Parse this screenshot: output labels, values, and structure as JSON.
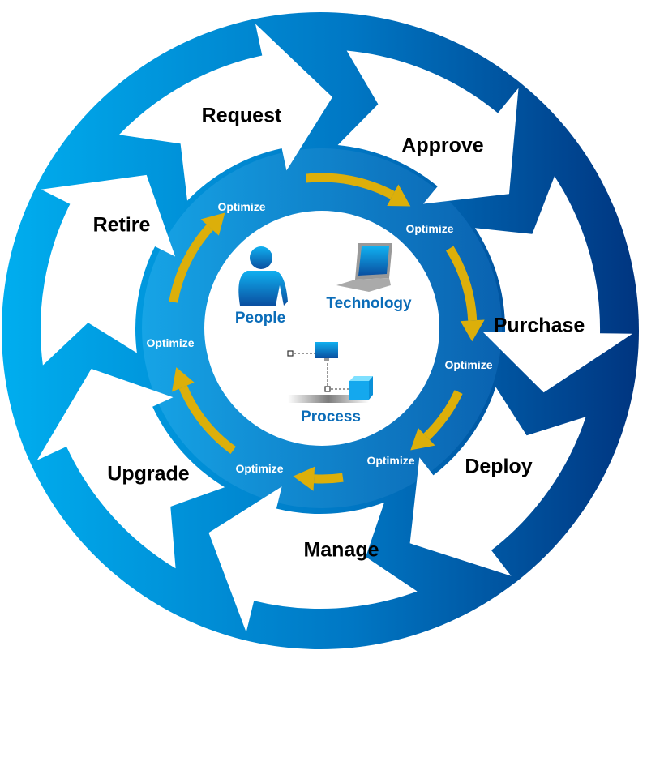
{
  "stages": [
    "Request",
    "Approve",
    "Purchase",
    "Deploy",
    "Manage",
    "Upgrade",
    "Retire"
  ],
  "optimize_labels": [
    "Optimize",
    "Optimize",
    "Optimize",
    "Optimize",
    "Optimize",
    "Optimize"
  ],
  "core": {
    "people": "People",
    "technology": "Technology",
    "process": "Process"
  },
  "colors": {
    "ring_light": "#00aeef",
    "ring_dark": "#003580",
    "arrow": "#ffffff",
    "optimize_arrow": "#dcaf0a",
    "core_text": "#0a6cb8"
  }
}
